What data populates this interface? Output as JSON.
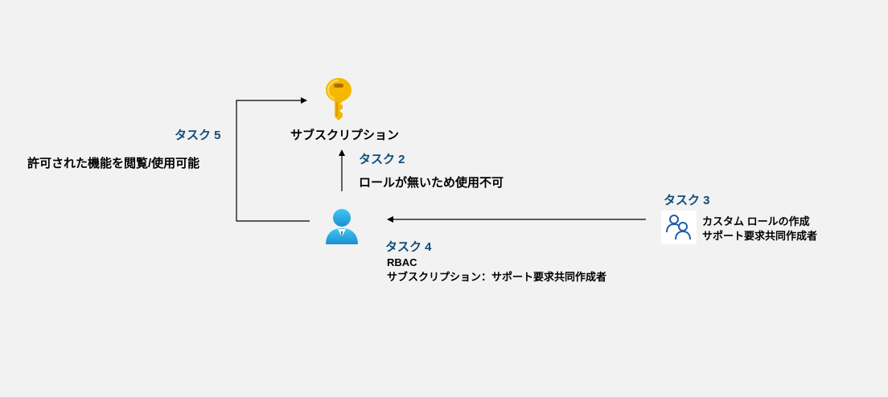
{
  "subscription": {
    "label": "サブスクリプション"
  },
  "task2": {
    "title": "タスク 2",
    "text": "ロールが無いため使用不可"
  },
  "task3": {
    "title": "タスク 3",
    "line1": "カスタム ロールの作成",
    "line2": "サポート要求共同作成者"
  },
  "task4": {
    "title": "タスク 4",
    "line1": "RBAC",
    "line2": "サブスクリプション：サポート要求共同作成者"
  },
  "task5": {
    "title": "タスク 5",
    "text": "許可された機能を閲覧/使用可能"
  },
  "icons": {
    "key": "key-icon",
    "user": "user-icon",
    "users": "users-group-icon"
  },
  "colors": {
    "task": "#0f4d7a",
    "key": "#f5b800",
    "user": "#1ea1d8",
    "usersStroke": "#1f5fa8"
  }
}
